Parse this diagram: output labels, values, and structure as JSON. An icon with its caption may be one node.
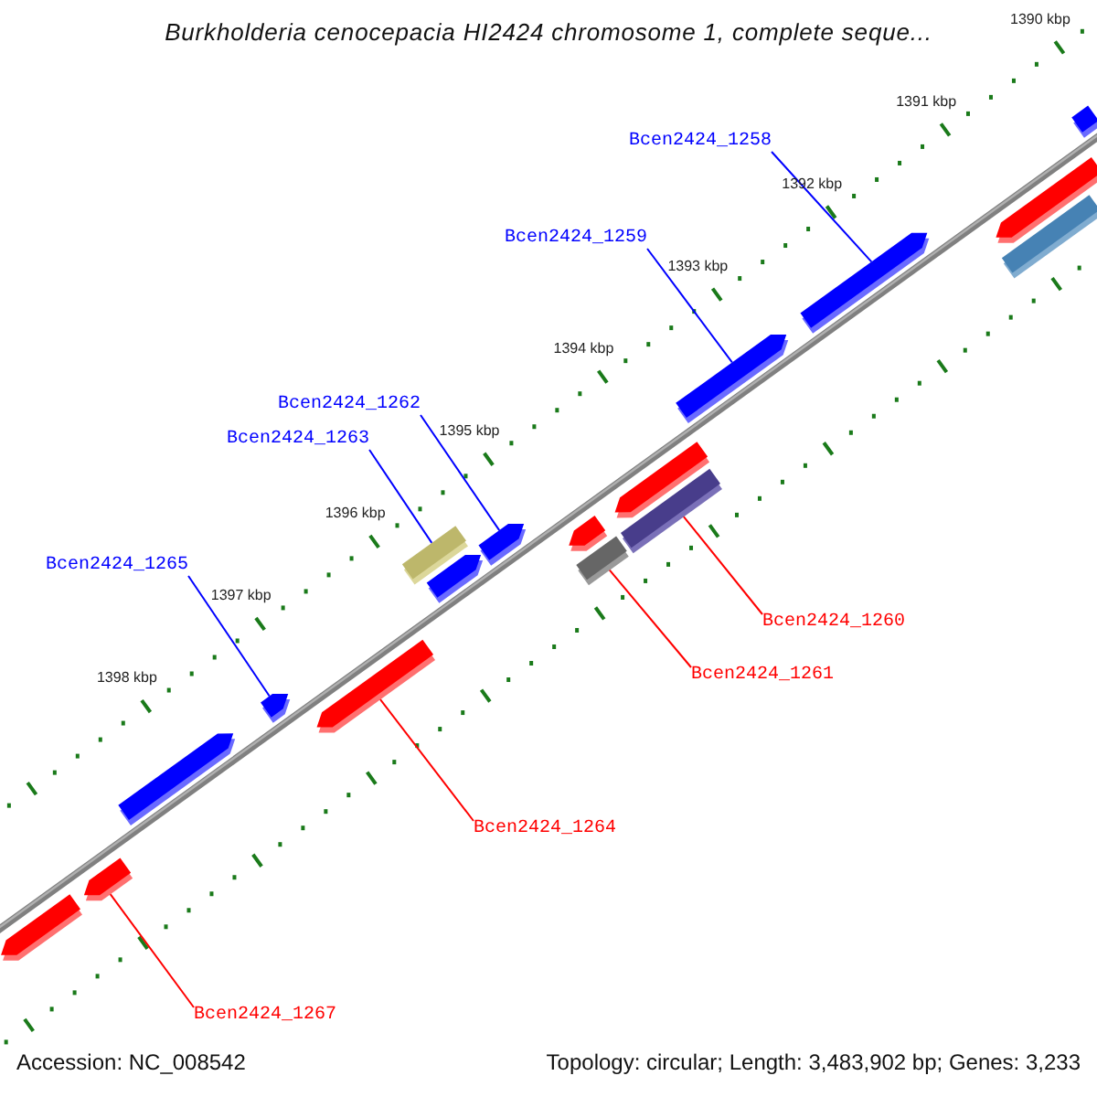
{
  "diagram": {
    "title": "Burkholderia cenocepacia HI2424 chromosome 1, complete seque...",
    "nodes": [
      {
        "text": [
          "Bcen2424_1258"
        ]
      },
      {
        "text": [],
        "shape": "arrow"
      },
      {
        "text": [
          "Bcen2424_1259"
        ]
      },
      {
        "text": [],
        "shape": "arrow"
      },
      {
        "text": [
          "Bcen2424_1262"
        ]
      },
      {
        "text": [],
        "shape": "arrow"
      },
      {
        "text": [
          "Bcen2424_1263"
        ]
      },
      {
        "text": [],
        "shape": "box"
      },
      {
        "text": [
          "Bcen2424_1265"
        ]
      },
      {
        "text": [],
        "shape": "arrow"
      },
      {
        "text": [
          "Bcen2424_1260"
        ]
      },
      {
        "text": [],
        "shape": "box"
      },
      {
        "text": [
          "Bcen2424_1261"
        ]
      },
      {
        "text": [],
        "shape": "box"
      },
      {
        "text": [
          "Bcen2424_1264"
        ]
      },
      {
        "text": [],
        "shape": "arrow"
      },
      {
        "text": [
          "Bcen2424_1267"
        ]
      },
      {
        "text": [],
        "shape": "arrow"
      },
      {
        "text": [],
        "shape": "arrow"
      },
      {
        "text": [],
        "shape": "arrow"
      },
      {
        "text": [],
        "shape": "arrow"
      },
      {
        "text": [],
        "shape": "arrow"
      },
      {
        "text": [],
        "shape": "arrow"
      },
      {
        "text": [],
        "shape": "arrow"
      },
      {
        "text": [],
        "shape": "box"
      },
      {
        "text": [],
        "shape": "box"
      }
    ],
    "edges": [
      {
        "from": 0,
        "to": 1,
        "arrow": "none"
      },
      {
        "from": 2,
        "to": 3,
        "arrow": "none"
      },
      {
        "from": 4,
        "to": 5,
        "arrow": "none"
      },
      {
        "from": 6,
        "to": 7,
        "arrow": "none"
      },
      {
        "from": 8,
        "to": 9,
        "arrow": "none"
      },
      {
        "from": 10,
        "to": 11,
        "arrow": "none",
        "color": "#ff0000"
      },
      {
        "from": 12,
        "to": 13,
        "arrow": "none",
        "color": "#ff0000"
      },
      {
        "from": 14,
        "to": 15,
        "arrow": "none",
        "color": "#ff0000"
      },
      {
        "from": 16,
        "to": 17,
        "arrow": "none",
        "color": "#ff0000"
      }
    ],
    "labels": [
      "1390 kbp",
      "1391 kbp",
      "1392 kbp",
      "1393 kbp",
      "1394 kbp",
      "1395 kbp",
      "1396 kbp",
      "1397 kbp",
      "1398 kbp",
      "Accession: NC_008542",
      "Topology: circular; Length: 3,483,902 bp; Genes: 3,233"
    ]
  }
}
